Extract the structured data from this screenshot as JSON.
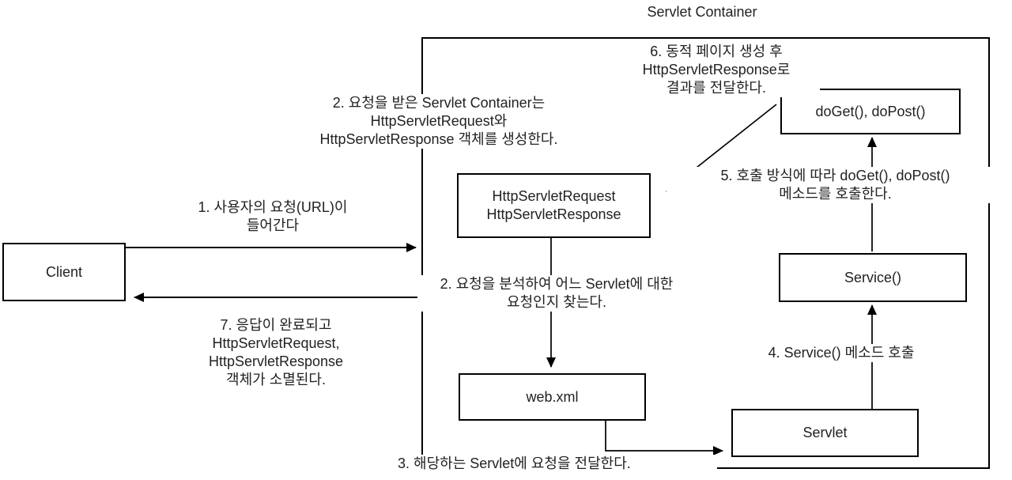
{
  "diagram": {
    "title": "Servlet Container",
    "nodes": {
      "client": "Client",
      "request_response": "HttpServletRequest\nHttpServletResponse",
      "webxml": "web.xml",
      "doget": "doGet(), doPost()",
      "service": "Service()",
      "servlet": "Servlet"
    },
    "annotations": {
      "step1": "1. 사용자의 요청(URL)이\n들어간다",
      "step2_create": "2. 요청을 받은 Servlet Container는\nHttpServletRequest와\nHttpServletResponse 객체를 생성한다.",
      "step2_analyze": "2. 요청을 분석하여 어느 Servlet에 대한\n요청인지 찾는다.",
      "step3": "3. 해당하는 Servlet에 요청을 전달한다.",
      "step4": "4. Service() 메소드 호출",
      "step5": "5. 호출 방식에 따라 doGet(), doPost()\n메소드를 호출한다.",
      "step6": "6. 동적 페이지 생성 후\nHttpServletResponse로\n결과를 전달한다.",
      "step7": "7. 응답이 완료되고\nHttpServletRequest,\nHttpServletResponse\n객체가 소멸된다."
    },
    "colors": {
      "line": "#000000",
      "background": "#ffffff",
      "text": "#222222"
    }
  }
}
